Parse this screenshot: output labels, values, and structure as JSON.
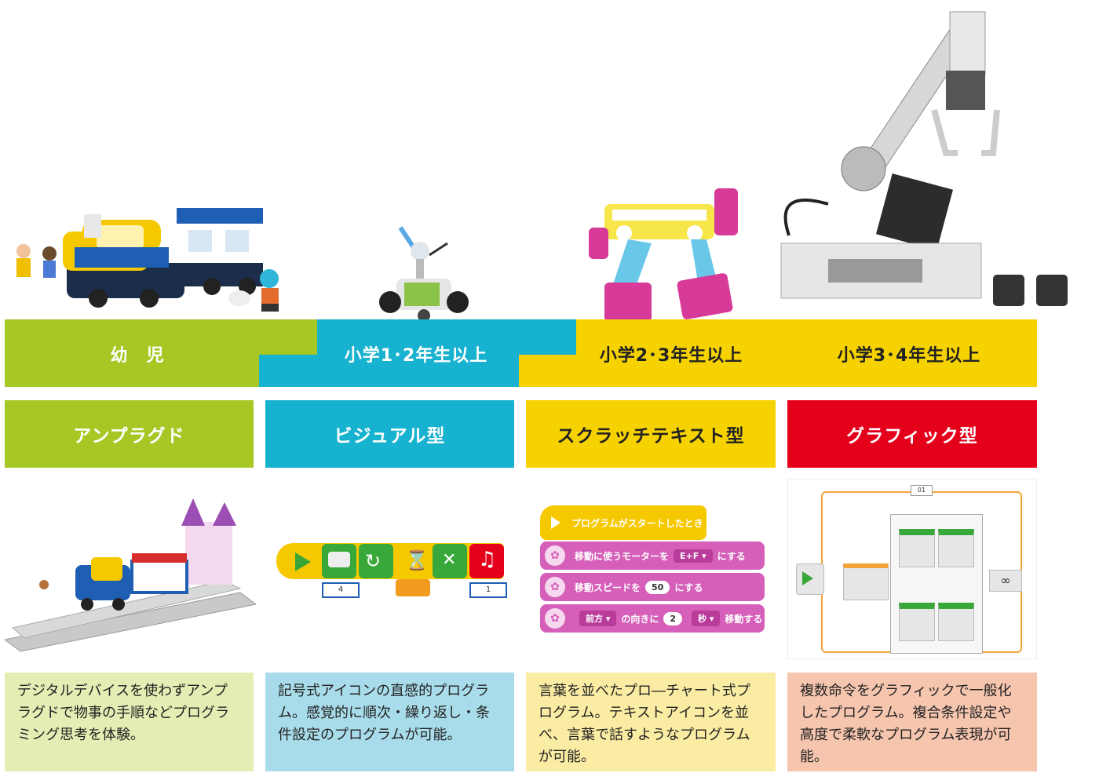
{
  "levels": [
    {
      "label": "幼　児",
      "color": "#a6c724"
    },
    {
      "label": "小学1･2年生以上",
      "color": "#17b2cf"
    },
    {
      "label": "小学2･3年生以上",
      "color": "#f6d200"
    },
    {
      "label": "小学3･4年生以上",
      "color": "#f6d200"
    }
  ],
  "types": [
    {
      "label": "アンプラグド",
      "color": "#a6c724"
    },
    {
      "label": "ビジュアル型",
      "color": "#17b2cf"
    },
    {
      "label": "スクラッチテキスト型",
      "color": "#f6d200"
    },
    {
      "label": "グラフィック型",
      "color": "#e4001b"
    }
  ],
  "descriptions": [
    {
      "text": "デジタルデバイスを使わずアンプラグドで物事の手順などプログラミング思考を体験。",
      "bg": "#e3eeb4"
    },
    {
      "text": "記号式アイコンの直感的プログラム。感覚的に順次・繰り返し・条件設定のプログラムが可能。",
      "bg": "#a9dcea"
    },
    {
      "text": "言葉を並べたプロ―チャート式プログラム。テキストアイコンを並べ、言葉で話すようなプログラムが可能。",
      "bg": "#fbeca3"
    },
    {
      "text": "複数命令をグラフィックで一般化したプログラム。複合条件設定や高度で柔軟なプログラム表現が可能。",
      "bg": "#f6c5ae"
    }
  ],
  "visual_blocks": {
    "param1": "4",
    "param2": "1"
  },
  "scratch_blocks": {
    "start": "プログラムがスタートしたとき",
    "line1_a": "移動に使うモーターを",
    "line1_pill": "E+F ▾",
    "line1_b": "にする",
    "line2_a": "移動スピードを",
    "line2_pill": "50",
    "line2_b": "にする",
    "line3_pill1": "前方 ▾",
    "line3_a": "の向きに",
    "line3_pill2": "2",
    "line3_pill3": "秒 ▾",
    "line3_b": "移動する"
  },
  "graphic_program": {
    "loop_label": "01",
    "infinity": "∞"
  },
  "icons": [
    "play-icon",
    "hourglass-icon",
    "music-note-icon",
    "loop-icon",
    "motor-icon"
  ]
}
